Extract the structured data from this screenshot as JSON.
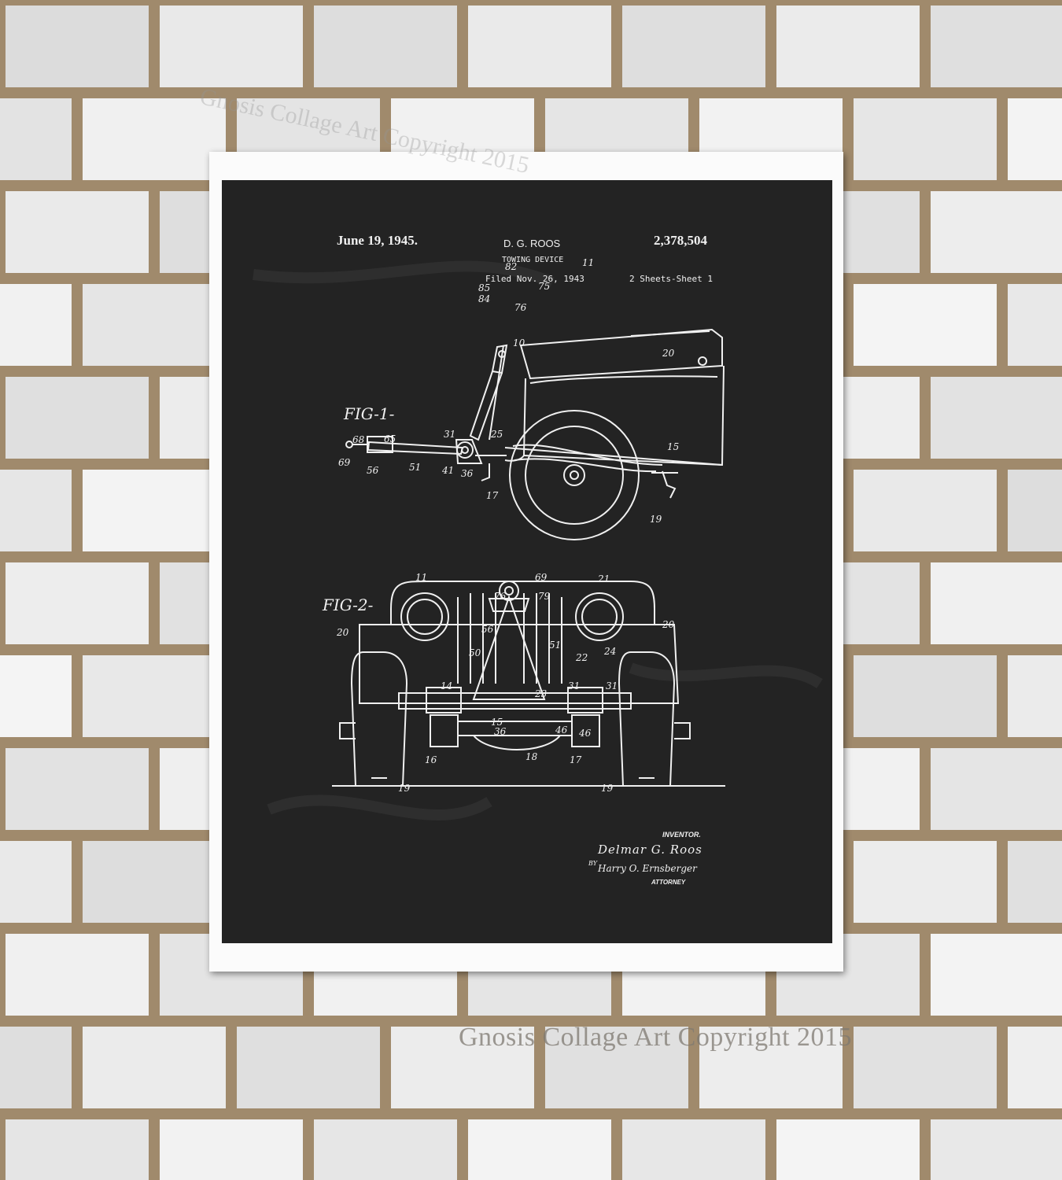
{
  "patent": {
    "date": "June 19, 1945.",
    "inventor_short": "D. G. ROOS",
    "number": "2,378,504",
    "title": "TOWING DEVICE",
    "filed": "Filed Nov. 26, 1943",
    "sheets": "2 Sheets-Sheet 1"
  },
  "figures": {
    "fig1": "FIG-1-",
    "fig2": "FIG-2-"
  },
  "labels": {
    "fig1": [
      "82",
      "11",
      "85",
      "75",
      "84",
      "76",
      "10",
      "20",
      "68",
      "65",
      "31",
      "25",
      "15",
      "69",
      "56",
      "51",
      "41",
      "36",
      "17",
      "19"
    ],
    "fig2": [
      "11",
      "69",
      "21",
      "76",
      "79",
      "20",
      "20",
      "56",
      "51",
      "50",
      "22",
      "24",
      "14",
      "31",
      "31",
      "23",
      "15",
      "46",
      "36",
      "46",
      "16",
      "18",
      "17",
      "19",
      "19"
    ]
  },
  "signature": {
    "inventor_caption": "INVENTOR.",
    "inventor_name": "Delmar G. Roos",
    "by": "BY",
    "attorney_name": "Harry O. Ernsberger",
    "attorney_caption": "ATTORNEY"
  },
  "watermark": {
    "text": "Gnosis Collage Art Copyright 2015"
  },
  "colors": {
    "board": "#232323",
    "ink": "#f0f0f0",
    "paper": "#fbfbfb",
    "brick": "#e6e6e6",
    "mortar": "#a08a6c"
  }
}
